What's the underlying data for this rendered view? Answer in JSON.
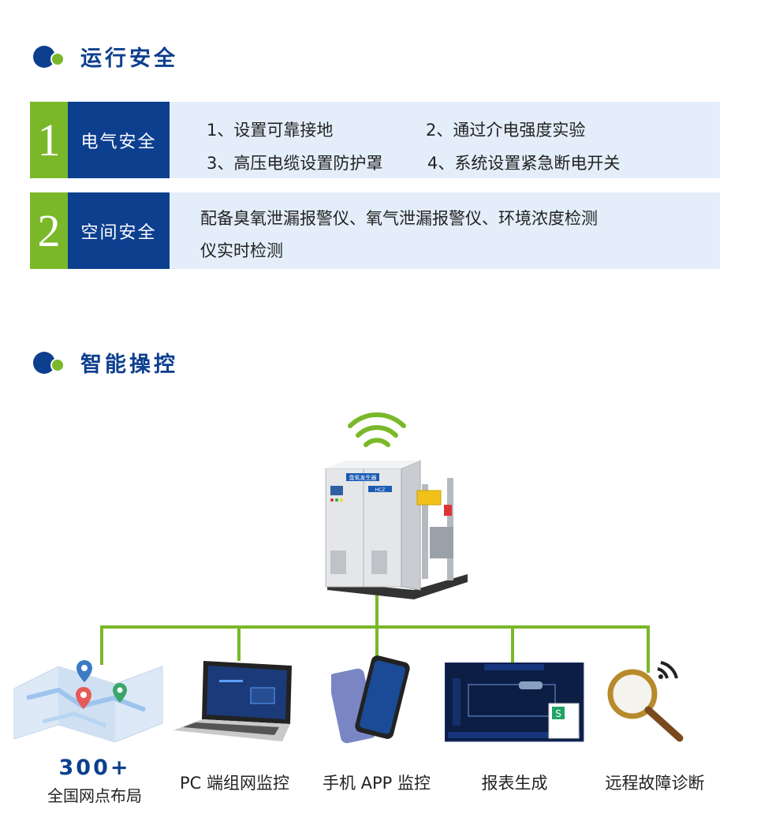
{
  "section1": {
    "title": "运行安全",
    "rows": [
      {
        "num": "1",
        "category": "电气安全",
        "items": [
          "1、设置可靠接地",
          "2、通过介电强度实验",
          "3、高压电缆设置防护罩",
          "4、系统设置紧急断电开关"
        ]
      },
      {
        "num": "2",
        "category": "空间安全",
        "lines": [
          "配备臭氧泄漏报警仪、氧气泄漏报警仪、环境浓度检测",
          "仪实时检测"
        ]
      }
    ]
  },
  "section2": {
    "title": "智能操控",
    "device": {
      "panel_label": "臭氧发生器",
      "brand": "HCZ"
    },
    "features": [
      {
        "count": "300+",
        "label": "全国网点布局",
        "icon": "map-icon"
      },
      {
        "label": "PC 端组网监控",
        "icon": "laptop-icon"
      },
      {
        "label": "手机 APP 监控",
        "icon": "phone-icon"
      },
      {
        "label": "报表生成",
        "icon": "report-screen-icon"
      },
      {
        "label": "远程故障诊断",
        "icon": "magnifier-icon"
      }
    ]
  },
  "colors": {
    "primary": "#0d3f8f",
    "accent": "#7ab829",
    "row_bg": "#e3eefa"
  }
}
